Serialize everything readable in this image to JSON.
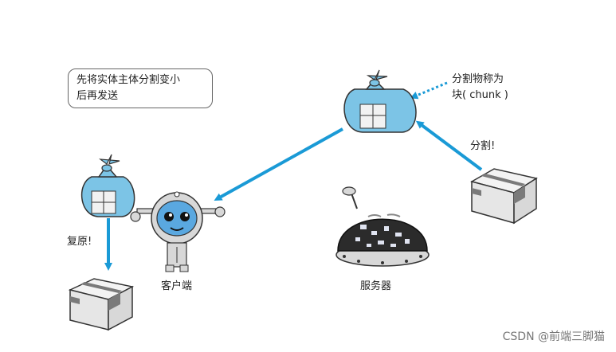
{
  "note": {
    "line1": "先将实体主体分割变小",
    "line2": "后再发送"
  },
  "labels": {
    "chunk_line1": "分割物称为",
    "chunk_line2": "块( chunk )",
    "split": "分割!",
    "restore": "复原!",
    "client": "客户端",
    "server": "服务器"
  },
  "watermark": "CSDN @前端三脚猫",
  "colors": {
    "arrow": "#1a9ad6",
    "bundle": "#7cc4e6",
    "box": "#e6e6e6",
    "tape": "#7a7a7a",
    "robot": "#5aa8e0",
    "server_body": "#2b2b2b"
  }
}
